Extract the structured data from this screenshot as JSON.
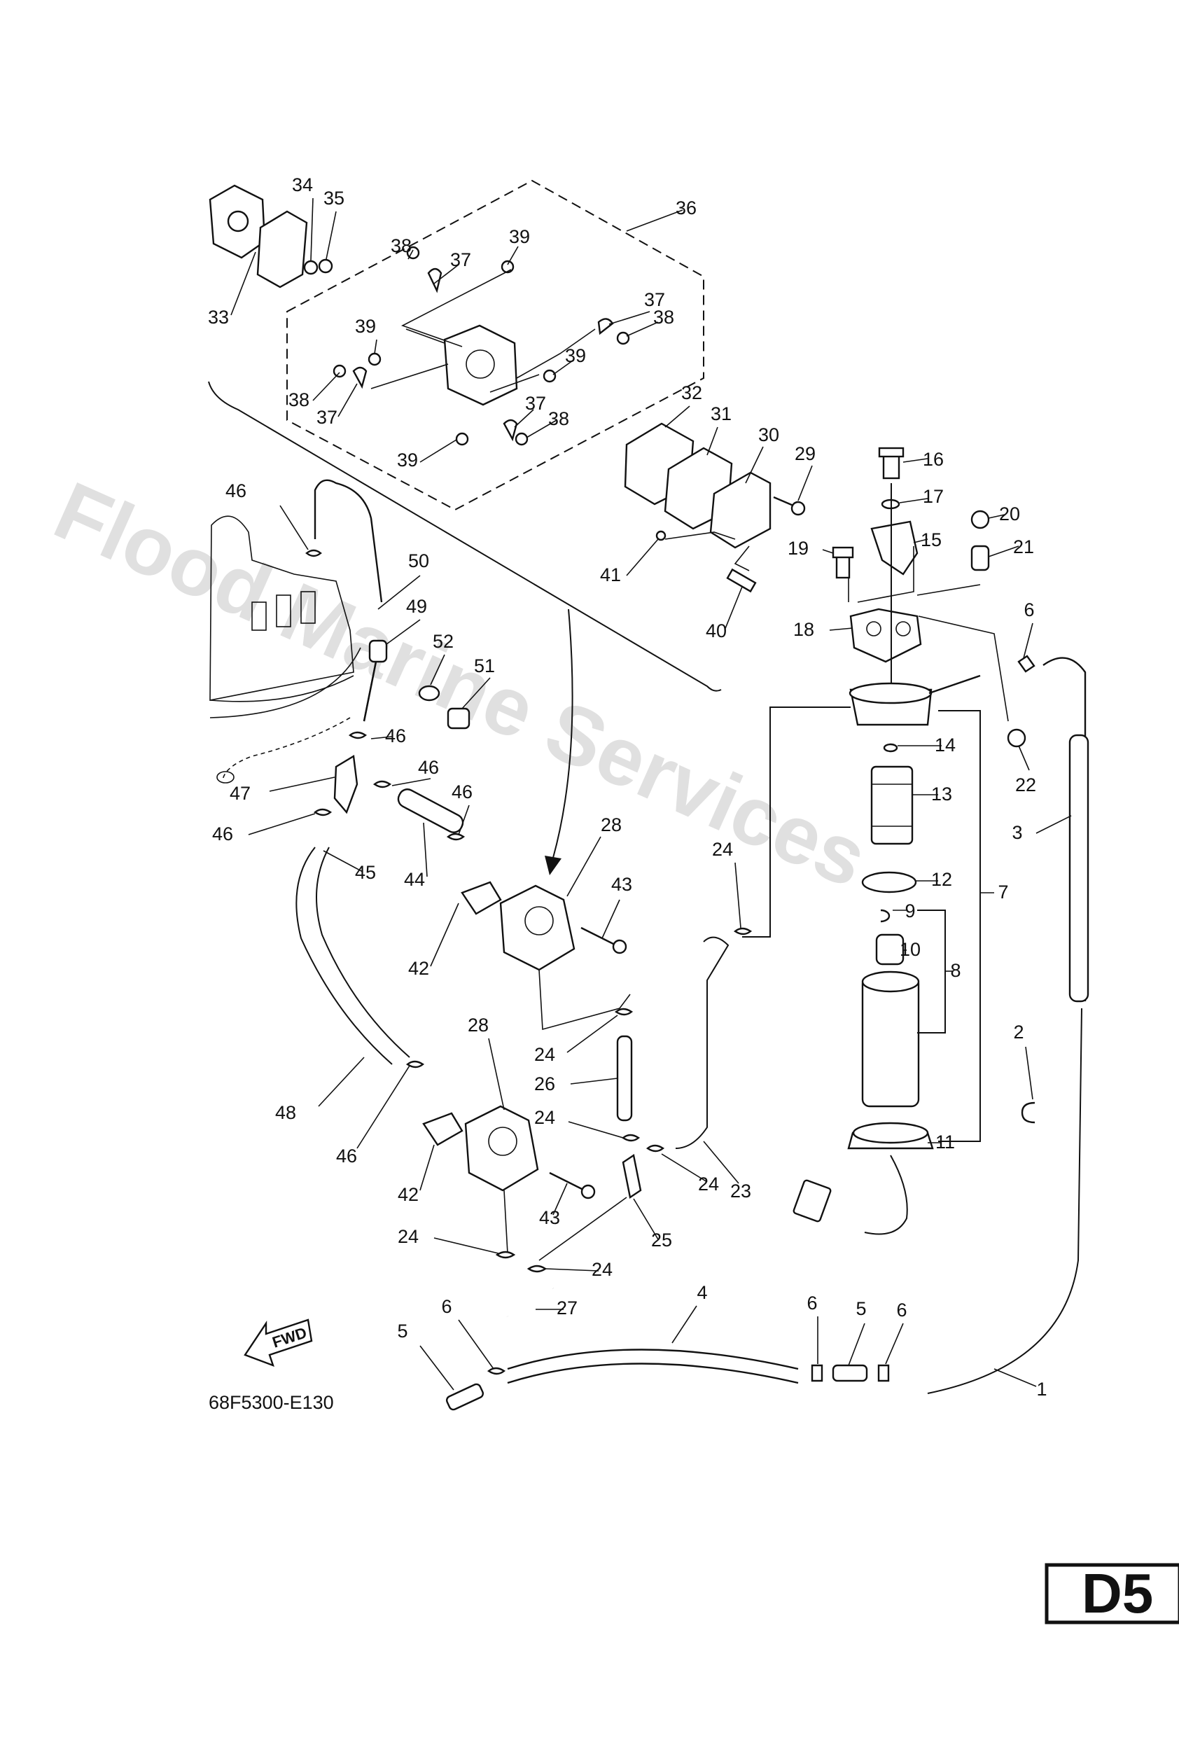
{
  "watermark": "Flood Marine Services",
  "drawing_code": "68F5300-E130",
  "page_code": "D5",
  "fwd_label": "FWD",
  "callouts": [
    {
      "n": "1"
    },
    {
      "n": "2"
    },
    {
      "n": "3"
    },
    {
      "n": "4"
    },
    {
      "n": "5"
    },
    {
      "n": "5"
    },
    {
      "n": "6"
    },
    {
      "n": "6"
    },
    {
      "n": "6"
    },
    {
      "n": "6"
    },
    {
      "n": "7"
    },
    {
      "n": "8"
    },
    {
      "n": "9"
    },
    {
      "n": "10"
    },
    {
      "n": "11"
    },
    {
      "n": "12"
    },
    {
      "n": "13"
    },
    {
      "n": "14"
    },
    {
      "n": "15"
    },
    {
      "n": "16"
    },
    {
      "n": "17"
    },
    {
      "n": "18"
    },
    {
      "n": "19"
    },
    {
      "n": "20"
    },
    {
      "n": "21"
    },
    {
      "n": "22"
    },
    {
      "n": "23"
    },
    {
      "n": "24"
    },
    {
      "n": "24"
    },
    {
      "n": "24"
    },
    {
      "n": "24"
    },
    {
      "n": "24"
    },
    {
      "n": "24"
    },
    {
      "n": "25"
    },
    {
      "n": "26"
    },
    {
      "n": "27"
    },
    {
      "n": "28"
    },
    {
      "n": "28"
    },
    {
      "n": "29"
    },
    {
      "n": "30"
    },
    {
      "n": "31"
    },
    {
      "n": "32"
    },
    {
      "n": "33"
    },
    {
      "n": "34"
    },
    {
      "n": "35"
    },
    {
      "n": "36"
    },
    {
      "n": "37"
    },
    {
      "n": "37"
    },
    {
      "n": "37"
    },
    {
      "n": "37"
    },
    {
      "n": "38"
    },
    {
      "n": "38"
    },
    {
      "n": "38"
    },
    {
      "n": "38"
    },
    {
      "n": "39"
    },
    {
      "n": "39"
    },
    {
      "n": "39"
    },
    {
      "n": "39"
    },
    {
      "n": "40"
    },
    {
      "n": "41"
    },
    {
      "n": "42"
    },
    {
      "n": "42"
    },
    {
      "n": "43"
    },
    {
      "n": "43"
    },
    {
      "n": "44"
    },
    {
      "n": "45"
    },
    {
      "n": "46"
    },
    {
      "n": "46"
    },
    {
      "n": "46"
    },
    {
      "n": "46"
    },
    {
      "n": "46"
    },
    {
      "n": "46"
    },
    {
      "n": "47"
    },
    {
      "n": "48"
    },
    {
      "n": "49"
    },
    {
      "n": "50"
    },
    {
      "n": "51"
    },
    {
      "n": "52"
    }
  ]
}
